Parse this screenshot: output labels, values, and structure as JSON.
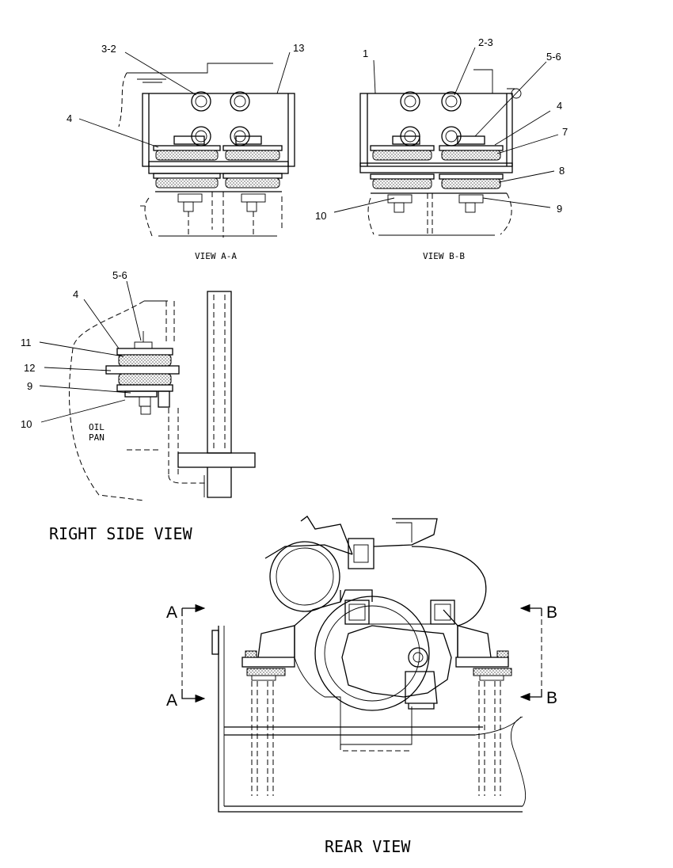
{
  "views": {
    "view_a": "VIEW A-A",
    "view_b": "VIEW B-B",
    "right_side": "RIGHT SIDE VIEW",
    "rear": "REAR VIEW"
  },
  "callouts": {
    "a_3_2": "3-2",
    "a_13": "13",
    "a_4": "4",
    "b_1": "1",
    "b_2_3": "2-3",
    "b_5_6": "5-6",
    "b_4": "4",
    "b_7": "7",
    "b_8": "8",
    "b_9": "9",
    "b_10": "10",
    "r_5_6": "5-6",
    "r_4": "4",
    "r_11": "11",
    "r_12": "12",
    "r_9": "9",
    "r_10": "10"
  },
  "notes": {
    "oil": "OIL",
    "pan": "PAN"
  },
  "section_marks": {
    "a_top": "A",
    "a_bottom": "A",
    "b_top": "B",
    "b_bottom": "B"
  }
}
